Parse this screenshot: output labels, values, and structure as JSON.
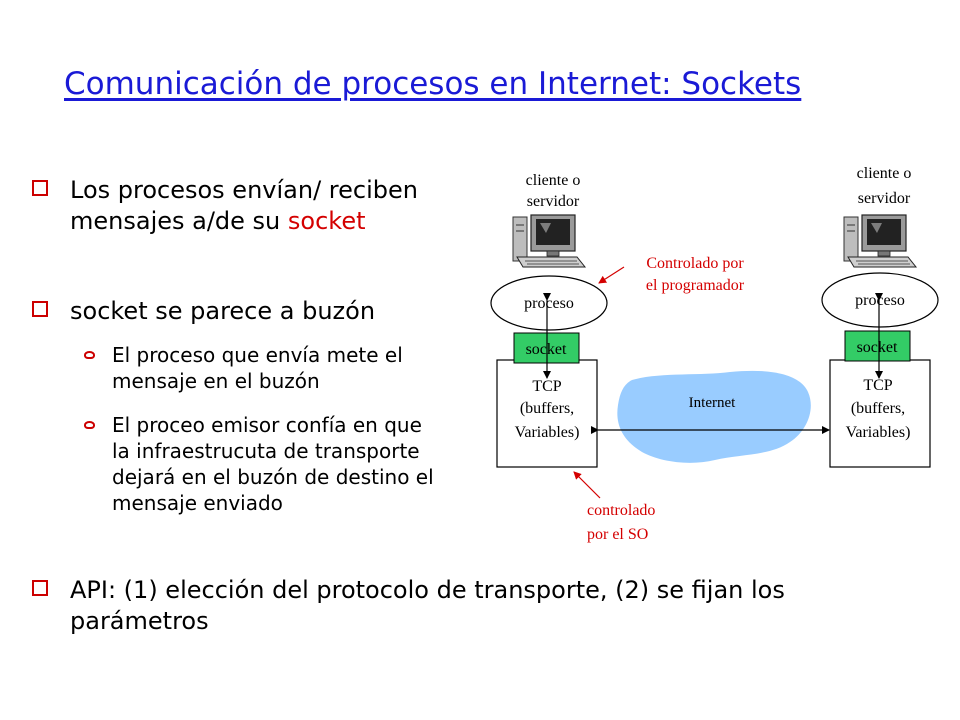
{
  "title": "Comunicación de procesos en Internet: Sockets",
  "bullets": {
    "b1": {
      "pre": "Los procesos envían/ reciben mensajes a/de su ",
      "highlight": "socket"
    },
    "b2": "socket se parece a buzón",
    "s1": "El proceso que envía mete el mensaje en el buzón",
    "s2": "El proceo emisor confía en que la infraestrucuta de transporte dejará en el buzón de destino el mensaje enviado",
    "b3": "API: (1) elección del protocolo de transporte, (2) se fijan los parámetros"
  },
  "diagram": {
    "left": {
      "role_line1": "cliente o",
      "role_line2": "servidor",
      "process": "proceso",
      "socket": "socket",
      "tcp1": "TCP",
      "tcp2": "(buffers,",
      "tcp3": "Variables)"
    },
    "right": {
      "role_line1": "cliente o",
      "role_line2": "servidor",
      "process": "proceso",
      "socket": "socket",
      "tcp1": "TCP",
      "tcp2": "(buffers,",
      "tcp3": "Variables)"
    },
    "internet": "Internet",
    "annot_programmer1": "Controlado por",
    "annot_programmer2": "el programador",
    "annot_os1": "controlado",
    "annot_os2": "por el SO"
  },
  "colors": {
    "title": "#1a1ad6",
    "accent": "#d40000",
    "socket": "#33cc66",
    "cloud": "#99ccff"
  }
}
